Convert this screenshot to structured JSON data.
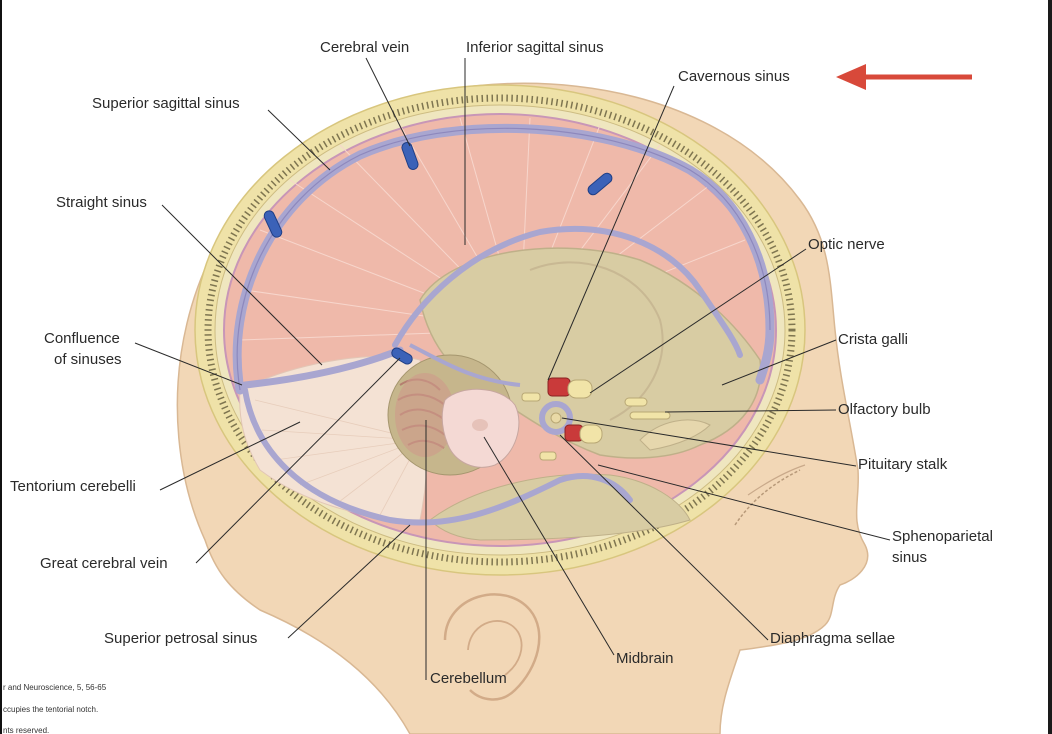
{
  "labels": {
    "cerebral_vein": "Cerebral vein",
    "inferior_sagittal_sinus": "Inferior sagittal sinus",
    "cavernous_sinus": "Cavernous sinus",
    "superior_sagittal_sinus": "Superior sagittal sinus",
    "straight_sinus": "Straight sinus",
    "optic_nerve": "Optic nerve",
    "confluence_line1": "Confluence",
    "confluence_line2": "of sinuses",
    "crista_galli": "Crista galli",
    "olfactory_bulb": "Olfactory bulb",
    "pituitary_stalk": "Pituitary stalk",
    "tentorium_cerebelli": "Tentorium cerebelli",
    "sphenoparietal_line1": "Sphenoparietal",
    "sphenoparietal_line2": "sinus",
    "great_cerebral_vein": "Great cerebral vein",
    "superior_petrosal_sinus": "Superior petrosal sinus",
    "diaphragma_sellae": "Diaphragma sellae",
    "midbrain": "Midbrain",
    "cerebellum": "Cerebellum"
  },
  "citation": {
    "line1": "r and Neuroscience, 5, 56-65",
    "line2": "ccupies the tentorial notch.",
    "line3": "nts reserved."
  },
  "colors": {
    "skin": "#f2d7b6",
    "skull": "#efe2a8",
    "dura": "#efb9aa",
    "sinus": "#a9a6d0",
    "vein_blue": "#3b62b8",
    "cavity": "#d8cca3",
    "arrow": "#d8493a"
  }
}
